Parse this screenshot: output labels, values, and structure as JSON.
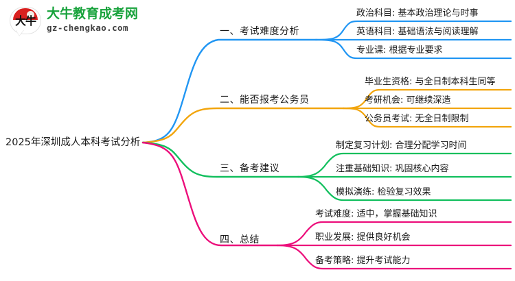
{
  "logo": {
    "mark_text": "大牛",
    "title": "大牛教育成考网",
    "subtitle": "gz-chengkao.com",
    "title_color": "#17a23b",
    "arc_color": "#d9201f"
  },
  "mindmap": {
    "root": {
      "label": "2025年深圳成人本科考试分析"
    },
    "branches": [
      {
        "label": "一、考试难度分析",
        "color": "#2196f3",
        "children": [
          {
            "label": "政治科目: 基本政治理论与时事"
          },
          {
            "label": "英语科目: 基础语法与阅读理解"
          },
          {
            "label": "专业课: 根据专业要求"
          }
        ]
      },
      {
        "label": "二、能否报考公务员",
        "color": "#f2a50c",
        "children": [
          {
            "label": "毕业生资格: 与全日制本科生同等"
          },
          {
            "label": "考研机会: 可继续深造"
          },
          {
            "label": "公务员考试: 无全日制限制"
          }
        ]
      },
      {
        "label": "三、备考建议",
        "color": "#11bf5d",
        "children": [
          {
            "label": "制定复习计划: 合理分配学习时间"
          },
          {
            "label": "注重基础知识: 巩固核心内容"
          },
          {
            "label": "模拟演练: 检验复习效果"
          }
        ]
      },
      {
        "label": "四、总结",
        "color": "#ec0e7b",
        "children": [
          {
            "label": "考试难度: 适中，掌握基础知识"
          },
          {
            "label": "职业发展: 提供良好机会"
          },
          {
            "label": "备考策略: 提升考试能力"
          }
        ]
      }
    ]
  }
}
